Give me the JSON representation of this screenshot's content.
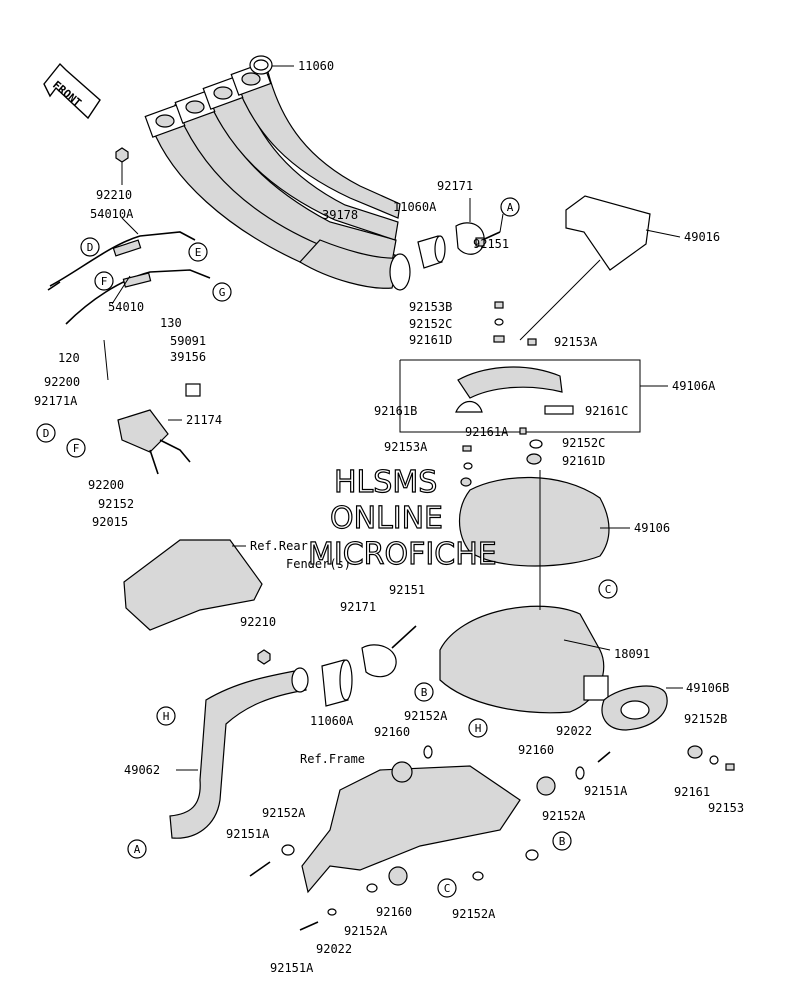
{
  "front_label": "FRONT",
  "watermark": [
    "HLSMS",
    "ONLINE",
    "MICROFICHE"
  ],
  "callouts": [
    "A",
    "B",
    "C",
    "D",
    "E",
    "F",
    "G",
    "H"
  ],
  "part_labels": [
    {
      "id": "p11060",
      "text": "11060"
    },
    {
      "id": "p92210a",
      "text": "92210"
    },
    {
      "id": "p54010A",
      "text": "54010A"
    },
    {
      "id": "p39178",
      "text": "39178"
    },
    {
      "id": "p11060A",
      "text": "11060A"
    },
    {
      "id": "p92171a",
      "text": "92171"
    },
    {
      "id": "p92151a",
      "text": "92151"
    },
    {
      "id": "p49016",
      "text": "49016"
    },
    {
      "id": "p54010",
      "text": "54010"
    },
    {
      "id": "p130",
      "text": "130"
    },
    {
      "id": "p59091",
      "text": "59091"
    },
    {
      "id": "p39156",
      "text": "39156"
    },
    {
      "id": "p120",
      "text": "120"
    },
    {
      "id": "p92200a",
      "text": "92200"
    },
    {
      "id": "p92171A",
      "text": "92171A"
    },
    {
      "id": "p21174",
      "text": "21174"
    },
    {
      "id": "p92153B",
      "text": "92153B"
    },
    {
      "id": "p92152C",
      "text": "92152C"
    },
    {
      "id": "p92161D",
      "text": "92161D"
    },
    {
      "id": "p92153A",
      "text": "92153A"
    },
    {
      "id": "p49106A",
      "text": "49106A"
    },
    {
      "id": "p92161B",
      "text": "92161B"
    },
    {
      "id": "p92161C",
      "text": "92161C"
    },
    {
      "id": "p92161A",
      "text": "92161A"
    },
    {
      "id": "p92153A2",
      "text": "92153A"
    },
    {
      "id": "p92152C2",
      "text": "92152C"
    },
    {
      "id": "p92161D2",
      "text": "92161D"
    },
    {
      "id": "p92200b",
      "text": "92200"
    },
    {
      "id": "p92152",
      "text": "92152"
    },
    {
      "id": "p92015",
      "text": "92015"
    },
    {
      "id": "pRefRear",
      "text": "Ref.Rear"
    },
    {
      "id": "pFender",
      "text": "Fender(s)"
    },
    {
      "id": "p49106",
      "text": "49106"
    },
    {
      "id": "p92151b",
      "text": "92151"
    },
    {
      "id": "p92171b",
      "text": "92171"
    },
    {
      "id": "p92210b",
      "text": "92210"
    },
    {
      "id": "p18091",
      "text": "18091"
    },
    {
      "id": "p49106B",
      "text": "49106B"
    },
    {
      "id": "p11060A2",
      "text": "11060A"
    },
    {
      "id": "p92152A1",
      "text": "92152A"
    },
    {
      "id": "p92152B",
      "text": "92152B"
    },
    {
      "id": "p92022a",
      "text": "92022"
    },
    {
      "id": "p92160a",
      "text": "92160"
    },
    {
      "id": "p92160b",
      "text": "92160"
    },
    {
      "id": "p49062",
      "text": "49062"
    },
    {
      "id": "pRefFrame",
      "text": "Ref.Frame"
    },
    {
      "id": "p92151A1",
      "text": "92151A"
    },
    {
      "id": "p92161",
      "text": "92161"
    },
    {
      "id": "p92153",
      "text": "92153"
    },
    {
      "id": "p92152A2",
      "text": "92152A"
    },
    {
      "id": "p92152A3",
      "text": "92152A"
    },
    {
      "id": "p92151A2",
      "text": "92151A"
    },
    {
      "id": "p92160c",
      "text": "92160"
    },
    {
      "id": "p92152A4",
      "text": "92152A"
    },
    {
      "id": "p92152A5",
      "text": "92152A"
    },
    {
      "id": "p92022b",
      "text": "92022"
    },
    {
      "id": "p92151A3",
      "text": "92151A"
    }
  ]
}
